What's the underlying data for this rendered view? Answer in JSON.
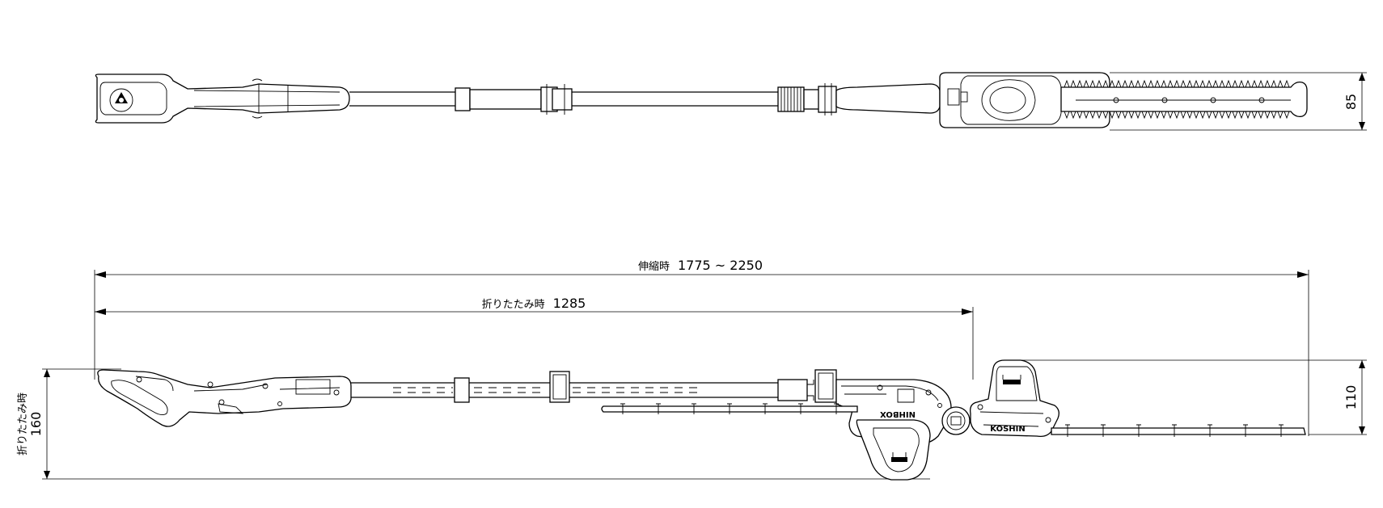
{
  "dimensions": {
    "extended_length": {
      "prefix": "伸縮時",
      "value": "1775 ~ 2250"
    },
    "folded_length": {
      "prefix": "折りたたみ時",
      "value": "1285"
    },
    "top_view_width": "85",
    "side_view_height": "110",
    "folded_height": {
      "prefix": "折りたたみ時",
      "value": "160"
    }
  },
  "brand_labels": {
    "guard": "NIHBOX",
    "head": "KOSHIN"
  }
}
